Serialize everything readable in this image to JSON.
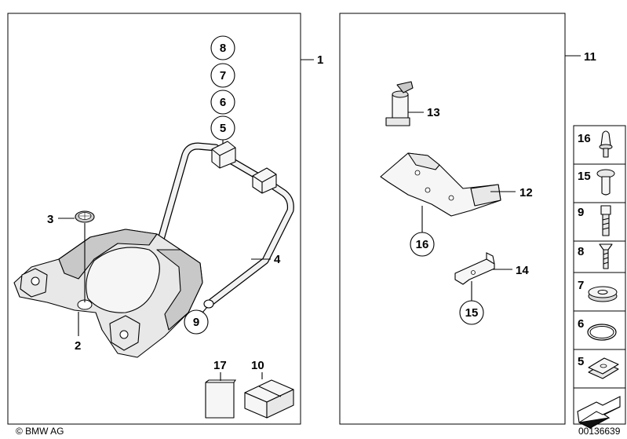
{
  "callouts": {
    "c1": "1",
    "c2": "2",
    "c3": "3",
    "c4": "4",
    "c5": "5",
    "c6": "6",
    "c7": "7",
    "c8": "8",
    "c9": "9",
    "c10": "10",
    "c11": "11",
    "c12": "12",
    "c13": "13",
    "c14": "14",
    "c15": "15",
    "c16": "16",
    "c17": "17"
  },
  "legend": {
    "i16": "16",
    "i15": "15",
    "i9": "9",
    "i8": "8",
    "i7": "7",
    "i6": "6",
    "i5": "5"
  },
  "footer": {
    "copyright": "© BMW AG",
    "diagram_number": "00136639"
  }
}
